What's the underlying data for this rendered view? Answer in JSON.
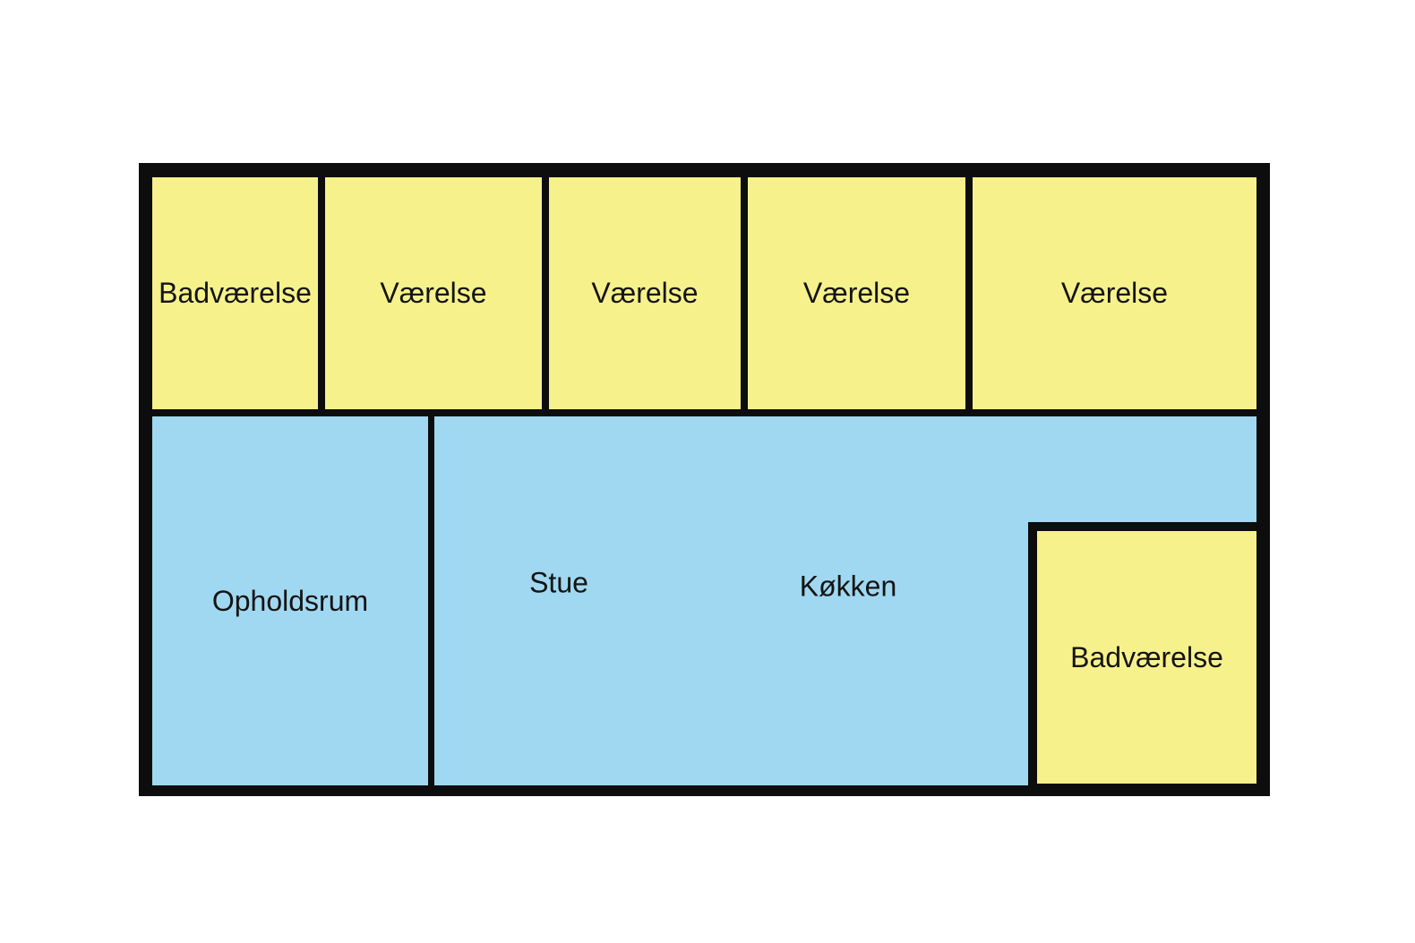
{
  "diagram": {
    "type": "floor-plan",
    "language": "da",
    "colors": {
      "wall": "#0d0d0d",
      "room_yellow": "#f7f18c",
      "room_blue": "#a0d8f1",
      "text": "#141414",
      "background": "#ffffff"
    },
    "rooms": [
      {
        "id": "badvaerelse-top",
        "label": "Badværelse",
        "fill": "yellow",
        "row": "top"
      },
      {
        "id": "vaerelse-1",
        "label": "Værelse",
        "fill": "yellow",
        "row": "top"
      },
      {
        "id": "vaerelse-2",
        "label": "Værelse",
        "fill": "yellow",
        "row": "top"
      },
      {
        "id": "vaerelse-3",
        "label": "Værelse",
        "fill": "yellow",
        "row": "top"
      },
      {
        "id": "vaerelse-4",
        "label": "Værelse",
        "fill": "yellow",
        "row": "top"
      },
      {
        "id": "opholdsrum",
        "label": "Opholdsrum",
        "fill": "blue",
        "row": "bottom"
      },
      {
        "id": "stue-koekken",
        "label": "",
        "fill": "blue",
        "row": "bottom",
        "sublabels": [
          {
            "text": "Stue"
          },
          {
            "text": "Køkken"
          }
        ]
      },
      {
        "id": "badvaerelse-bottom",
        "label": "Badværelse",
        "fill": "yellow",
        "row": "bottom"
      }
    ]
  }
}
